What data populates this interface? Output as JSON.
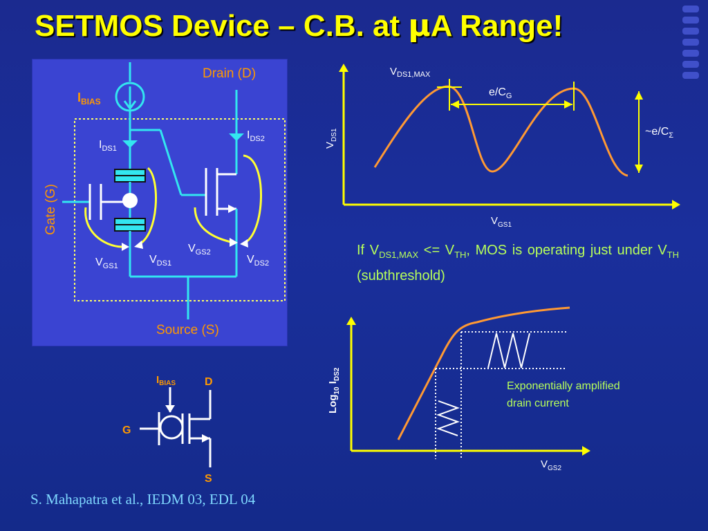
{
  "slide": {
    "title_pre": "SETMOS Device – C.B. at ",
    "title_mu": "μ",
    "title_post": "A Range!",
    "citation": "S. Mahapatra et al., IEDM 03, EDL 04"
  },
  "circuit": {
    "drain": "Drain (D)",
    "source": "Source (S)",
    "gate": "Gate (G)",
    "ibias": {
      "main": "I",
      "sub": "BIAS"
    },
    "ids1": {
      "main": "I",
      "sub": "DS1"
    },
    "ids2": {
      "main": "I",
      "sub": "DS2"
    },
    "vgs1": {
      "main": "V",
      "sub": "GS1"
    },
    "vds1": {
      "main": "V",
      "sub": "DS1"
    },
    "vgs2": {
      "main": "V",
      "sub": "GS2"
    },
    "vds2": {
      "main": "V",
      "sub": "DS2"
    }
  },
  "plot_top": {
    "ylabel": {
      "main": "V",
      "sub": "DS1"
    },
    "xlabel": {
      "main": "V",
      "sub": "GS1"
    },
    "peak": {
      "main": "V",
      "sub": "DS1,MAX"
    },
    "period": {
      "main": "e/C",
      "sub": "G"
    },
    "amplitude": {
      "main": "~e/C",
      "sub": "Σ"
    }
  },
  "note": {
    "text1": "If V",
    "sub1": "DS1,MAX",
    "text2": " <= V",
    "sub2": "TH",
    "text3": ", MOS is operating just under V",
    "sub3": "TH",
    "text4": " (subthreshold)"
  },
  "plot_bottom": {
    "ylabel": {
      "pre": "Log",
      "sub10": "10",
      "main": " I",
      "sub": "DS2"
    },
    "xlabel": {
      "main": "V",
      "sub": "GS2"
    },
    "annot_line1": "Exponentially amplified",
    "annot_line2": "drain current"
  },
  "symbol": {
    "ibias": {
      "main": "I",
      "sub": "BIAS"
    },
    "d": "D",
    "g": "G",
    "s": "S"
  },
  "colors": {
    "title": "#ffff00",
    "label_orange": "#ff9900",
    "wire_cyan": "#33e6f0",
    "axis_yellow": "#ffff00",
    "curve_orange": "#ff9933",
    "note_green": "#b7ff5a",
    "citation_blue": "#7fd8ff"
  }
}
